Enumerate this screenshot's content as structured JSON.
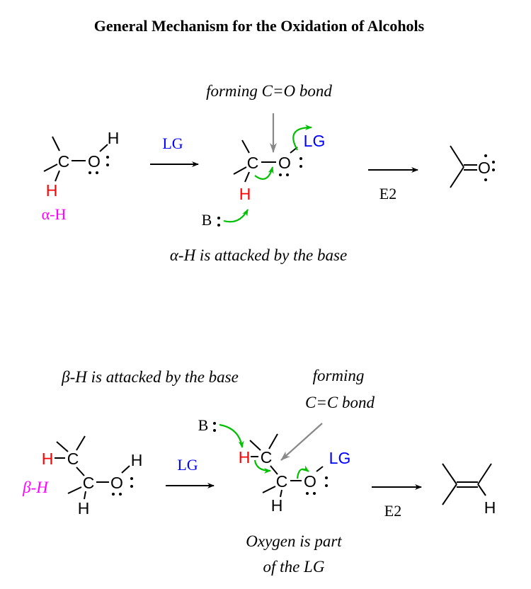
{
  "title": "General Mechanism for the Oxidation of Alcohols",
  "colors": {
    "hydrogen": "#ff0000",
    "label": "#ff00ff",
    "leaving_group": "#0000ff",
    "curved_arrow": "#00c000",
    "pointer_arrow": "#888888"
  },
  "atoms": {
    "C": "C",
    "O": "O",
    "H": "H",
    "LG": "LG",
    "B": "B"
  },
  "alpha": {
    "label": "α-H",
    "reagent": "LG",
    "annotation_top": "forming C=O bond",
    "step": "E2",
    "caption": "α-H is attacked by the base"
  },
  "beta": {
    "label": "β-H",
    "reagent": "LG",
    "annotation_top_line1": "forming",
    "annotation_top_line2": "C=C bond",
    "step": "E2",
    "caption_top": "β-H is attacked by the base",
    "caption_bottom_line1": "Oxygen is part",
    "caption_bottom_line2": "of the LG"
  }
}
